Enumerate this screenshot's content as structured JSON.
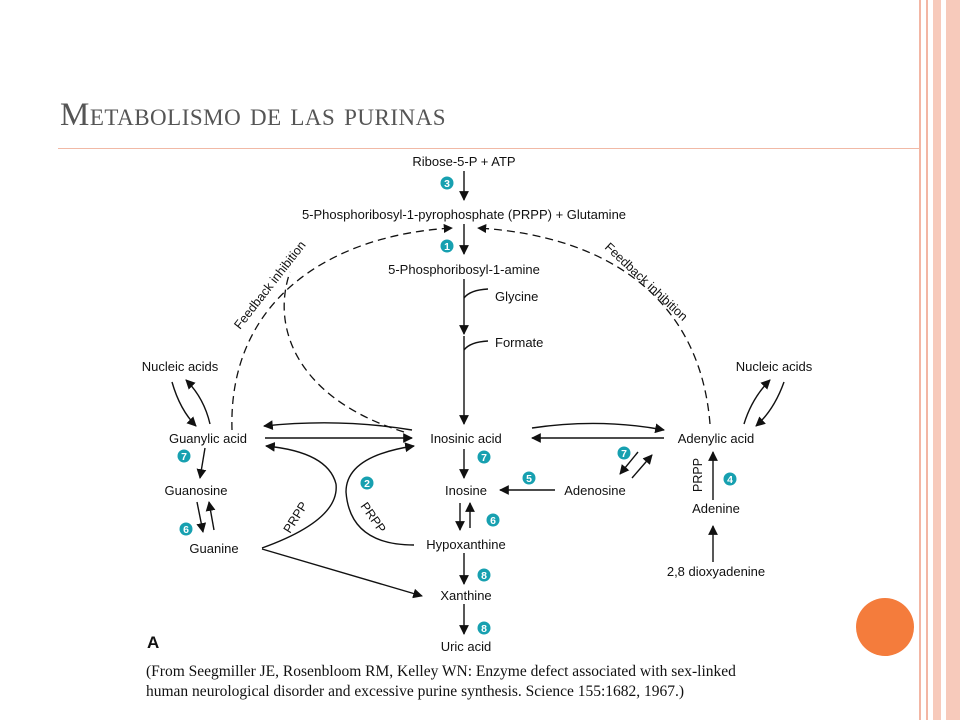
{
  "slide": {
    "title": "Metabolismo de las purinas",
    "colors": {
      "frame": "#f3b6a4",
      "accent_dot": "#f47c3c",
      "badge": "#17a0b0",
      "title_text": "#555555"
    }
  },
  "diagram": {
    "panel_label": "A",
    "nodes": {
      "ribose": "Ribose-5-P + ATP",
      "prpp": "5-Phosphoribosyl-1-pyrophosphate (PRPP) + Glutamine",
      "pra": "5-Phosphoribosyl-1-amine",
      "glycine": "Glycine",
      "formate": "Formate",
      "nucleic_left": "Nucleic acids",
      "nucleic_right": "Nucleic acids",
      "guanylic": "Guanylic acid",
      "inosinic": "Inosinic acid",
      "adenylic": "Adenylic acid",
      "guanosine": "Guanosine",
      "inosine": "Inosine",
      "adenosine": "Adenosine",
      "guanine": "Guanine",
      "hypoxanthine": "Hypoxanthine",
      "adenine": "Adenine",
      "dioxyadenine": "2,8 dioxyadenine",
      "xanthine": "Xanthine",
      "uric": "Uric acid"
    },
    "edge_labels": {
      "feedback_left": "Feedback inhibition",
      "feedback_right": "Feedback inhibition",
      "prpp_guanine": "PRPP",
      "prpp_hypo": "PRPP",
      "prpp_adenine": "PRPP"
    },
    "enzyme_badges": [
      "3",
      "1",
      "7",
      "2",
      "7",
      "5",
      "7",
      "4",
      "6",
      "6",
      "8",
      "8"
    ]
  },
  "citation": {
    "line1": "(From Seegmiller JE, Rosenbloom RM, Kelley WN: Enzyme defect associated with sex-linked",
    "line2": "human neurological disorder and excessive purine synthesis. Science 155:1682, 1967.)"
  }
}
